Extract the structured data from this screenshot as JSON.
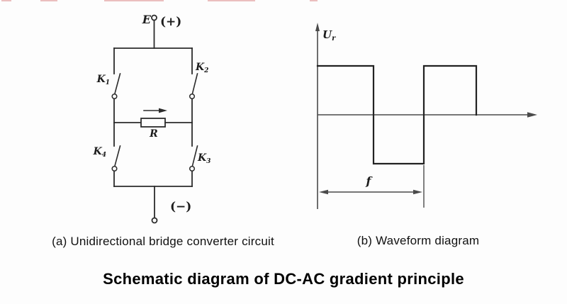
{
  "figure": {
    "title": "Schematic diagram of DC-AC gradient principle",
    "panel_a": {
      "caption": "(a) Unidirectional bridge converter circuit",
      "labels": {
        "source": "E",
        "positive_terminal": "(+)",
        "negative_terminal": "(−)",
        "switch_k1": {
          "main": "K",
          "sub": "1"
        },
        "switch_k2": {
          "main": "K",
          "sub": "2"
        },
        "switch_k3": {
          "main": "K",
          "sub": "3"
        },
        "switch_k4": {
          "main": "K",
          "sub": "4"
        },
        "resistor": "R"
      }
    },
    "panel_b": {
      "caption": "(b) Waveform diagram",
      "labels": {
        "y_axis": {
          "main": "U",
          "sub": "r"
        },
        "period": "f"
      }
    }
  },
  "colors": {
    "line": "#2b2b2b",
    "axis": "#4a4a4a",
    "text": "#111111",
    "background": "#fdfdfd",
    "artifact_red": "#dd8a8a"
  },
  "chart_data": {
    "type": "line",
    "subtype": "square-wave",
    "title": "(b) Waveform diagram",
    "ylabel": "Uᵣ",
    "x": [
      0,
      1,
      1,
      1.9,
      1.9,
      2.85,
      2.85
    ],
    "y": [
      1,
      1,
      -1,
      -1,
      1,
      1,
      0
    ],
    "period_marker": {
      "label": "f",
      "from": 0,
      "to": 1.9
    },
    "grid": false,
    "legend": "none",
    "axes": "cross at origin with arrowheads, no tick labels"
  }
}
